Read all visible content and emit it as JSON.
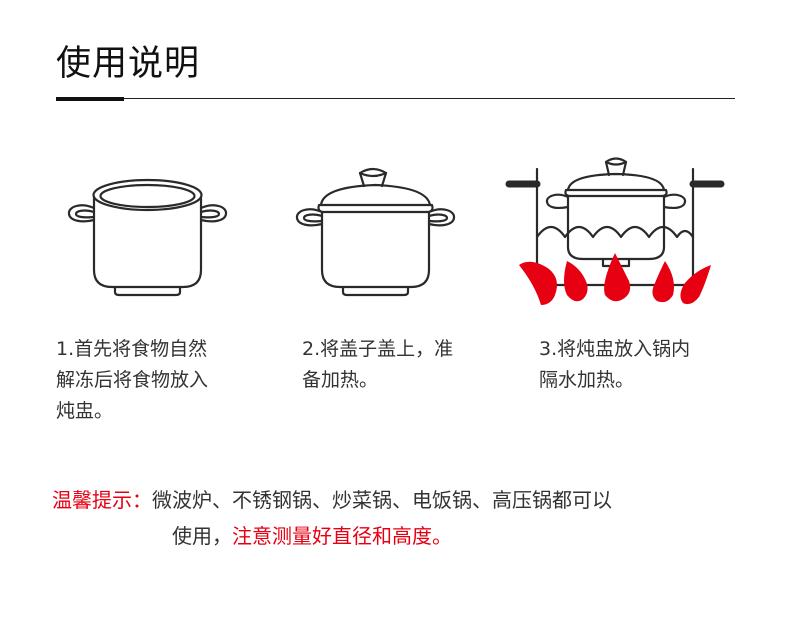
{
  "title": "使用说明",
  "colors": {
    "accent": "#e60012",
    "text": "#333333",
    "line": "#222222"
  },
  "illustrations": [
    {
      "name": "pot-open-icon"
    },
    {
      "name": "pot-lidded-icon"
    },
    {
      "name": "pot-in-steamer-icon"
    }
  ],
  "steps": [
    {
      "lines": [
        "1.首先将食物自然",
        "解冻后将食物放入",
        "炖盅。"
      ]
    },
    {
      "lines": [
        "2.将盖子盖上，准",
        "备加热。"
      ]
    },
    {
      "lines": [
        "3.将炖盅放入锅内",
        "隔水加热。"
      ]
    }
  ],
  "tip": {
    "label": "温馨提示：",
    "line1": "微波炉、不锈钢锅、炒菜锅、电饭锅、高压锅都可以",
    "line2_normal": "使用，",
    "line2_emph": "注意测量好直径和高度。"
  }
}
